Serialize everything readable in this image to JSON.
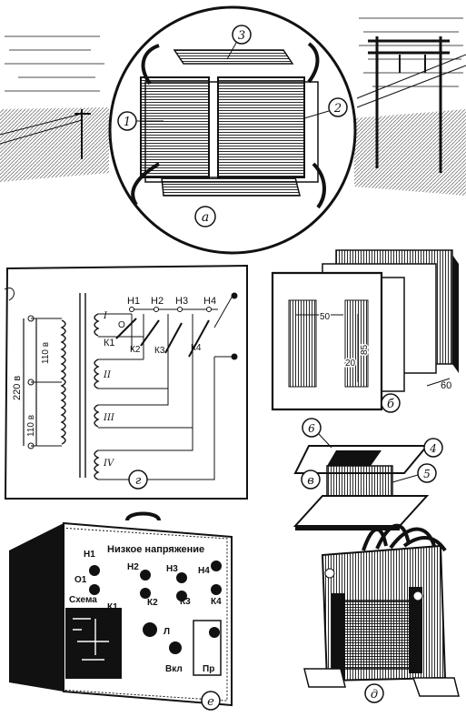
{
  "panel_a": {
    "letter": "а",
    "callouts": [
      "1",
      "2",
      "3"
    ]
  },
  "panel_g": {
    "letter": "г",
    "voltages": {
      "total": "220 в",
      "upper": "110 в",
      "lower": "110 в"
    },
    "taps": [
      "Н1",
      "Н2",
      "Н3",
      "Н4"
    ],
    "contacts": [
      "К1",
      "К2",
      "К3",
      "К4"
    ],
    "windings": [
      "I",
      "II",
      "III",
      "IV"
    ],
    "input_marks": [
      "О"
    ]
  },
  "panel_b": {
    "letter": "б",
    "dims": [
      "50",
      "85",
      "20",
      "60"
    ]
  },
  "panel_v": {
    "letter": "в",
    "callouts": [
      "6",
      "4",
      "5"
    ]
  },
  "panel_e": {
    "letter": "е",
    "header": "Низкое напряжение",
    "taps": [
      "Н1",
      "Н2",
      "Н3",
      "Н4"
    ],
    "contacts": [
      "К1",
      "К2",
      "К3",
      "К4"
    ],
    "input": "О1",
    "scheme": "Схема",
    "lamp": "Л",
    "switch": "Вкл",
    "fuse": "Пр"
  },
  "panel_d": {
    "letter": "д"
  }
}
